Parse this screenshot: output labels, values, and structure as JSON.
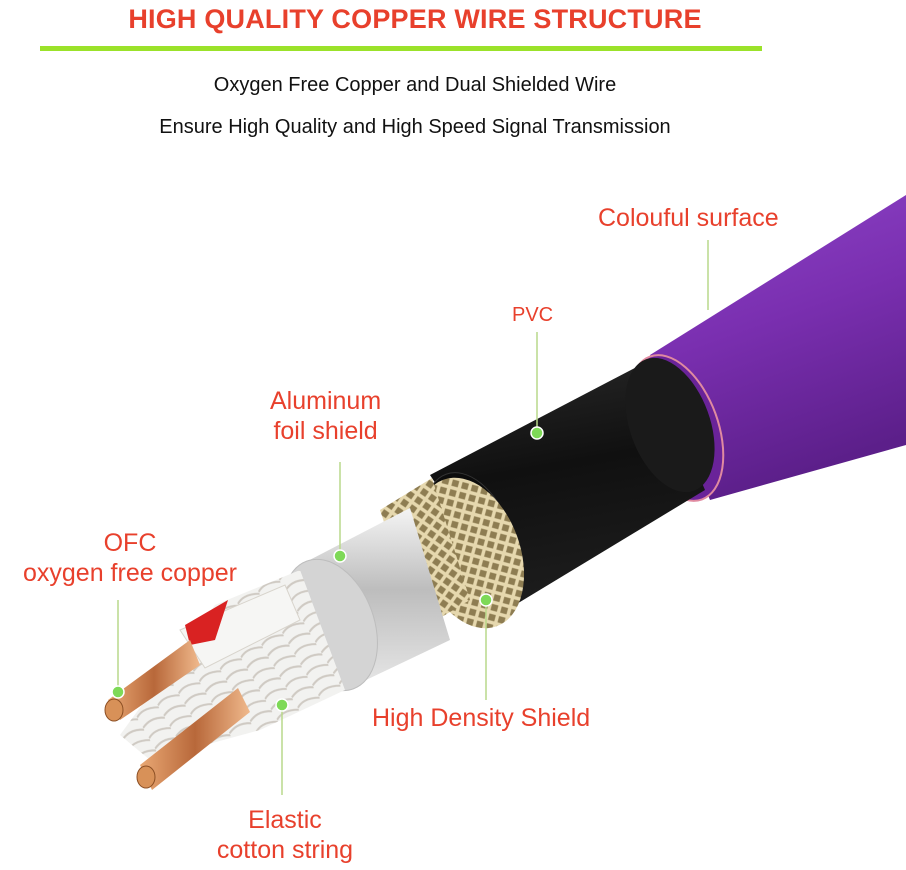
{
  "header": {
    "title": "HIGH QUALITY COPPER WIRE STRUCTURE",
    "subtitle_1": "Oxygen Free Copper and Dual Shielded Wire",
    "subtitle_2": "Ensure High Quality and High Speed Signal Transmission"
  },
  "labels": {
    "surface": "Colouful surface",
    "pvc": "PVC",
    "foil_line1": "Aluminum",
    "foil_line2": "foil shield",
    "ofc_line1": "OFC",
    "ofc_line2": "oxygen free copper",
    "shield": "High Density Shield",
    "cotton_line1": "Elastic",
    "cotton_line2": "cotton string"
  },
  "colors": {
    "title": "#e8402c",
    "rule": "#9be22a",
    "label": "#e8402c",
    "jacket": "#7a2fb0",
    "pvc": "#141414",
    "braid": "#c9b98a",
    "foil": "#d6d6d6",
    "copper": "#c07a45",
    "marker": "#7ed957"
  }
}
